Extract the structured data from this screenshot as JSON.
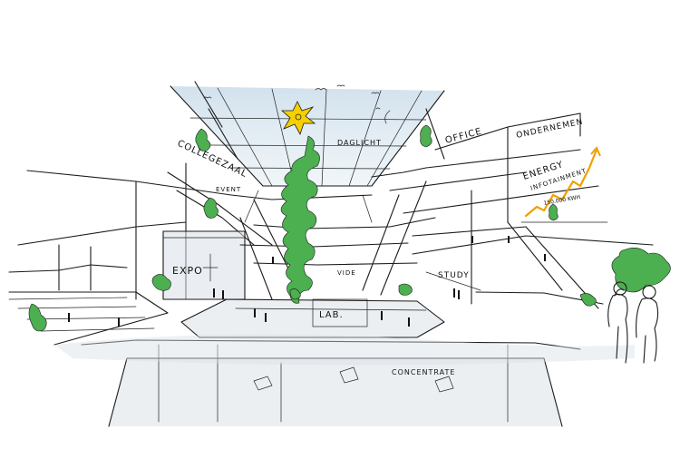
{
  "labels": {
    "college": "COLLEGEZAAL",
    "event": "EVENT",
    "daglicht": "DAGLICHT",
    "office": "OFFICE",
    "ondernemen": "ONDERNEMEN",
    "energy": "ENERGY",
    "infotainment": "INFOTAINMENT",
    "energy_value": "150.000 KWH",
    "expo": "EXPO",
    "study": "STUDY",
    "vide": "VIDE",
    "lab": "LAB.",
    "concentrate": "CONCENTRATE"
  },
  "colors": {
    "ink": "#1a1a1a",
    "greenery": "#4caf50",
    "sky_blue": "#cfe0ec",
    "shadow_grey": "#d9dfe6",
    "sun_yellow": "#f5d000",
    "energy_orange": "#f0a000"
  },
  "icons": {
    "sun": "sun-icon",
    "energy_graph": "rising-graph-icon",
    "birds": "bird-icon"
  }
}
